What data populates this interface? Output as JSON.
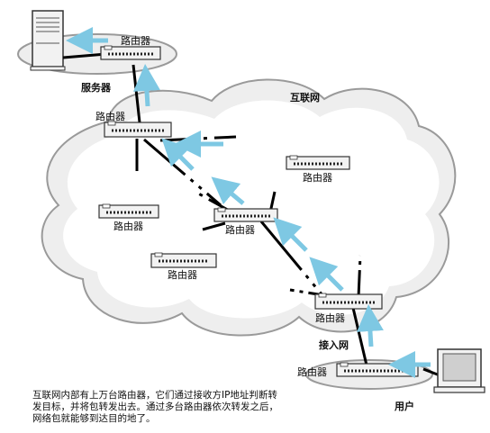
{
  "labels": {
    "router": "路由器",
    "server": "服务器",
    "internet": "互联网",
    "access_network": "接入网",
    "user": "用户"
  },
  "caption": {
    "line1": "互联网内部有上万台路由器，它们通过接收方IP地址判断转",
    "line2": "发目标，并将包转发出去。通过多台路由器依次转发之后，",
    "line3": "网络包就能够到达目的地了。"
  },
  "colors": {
    "arrow": "#7ec8e3",
    "cloud_fill": "#eeeeee",
    "cloud_stroke": "#9a9a9a",
    "device_fill": "#f2f2f2",
    "line": "#000000"
  }
}
